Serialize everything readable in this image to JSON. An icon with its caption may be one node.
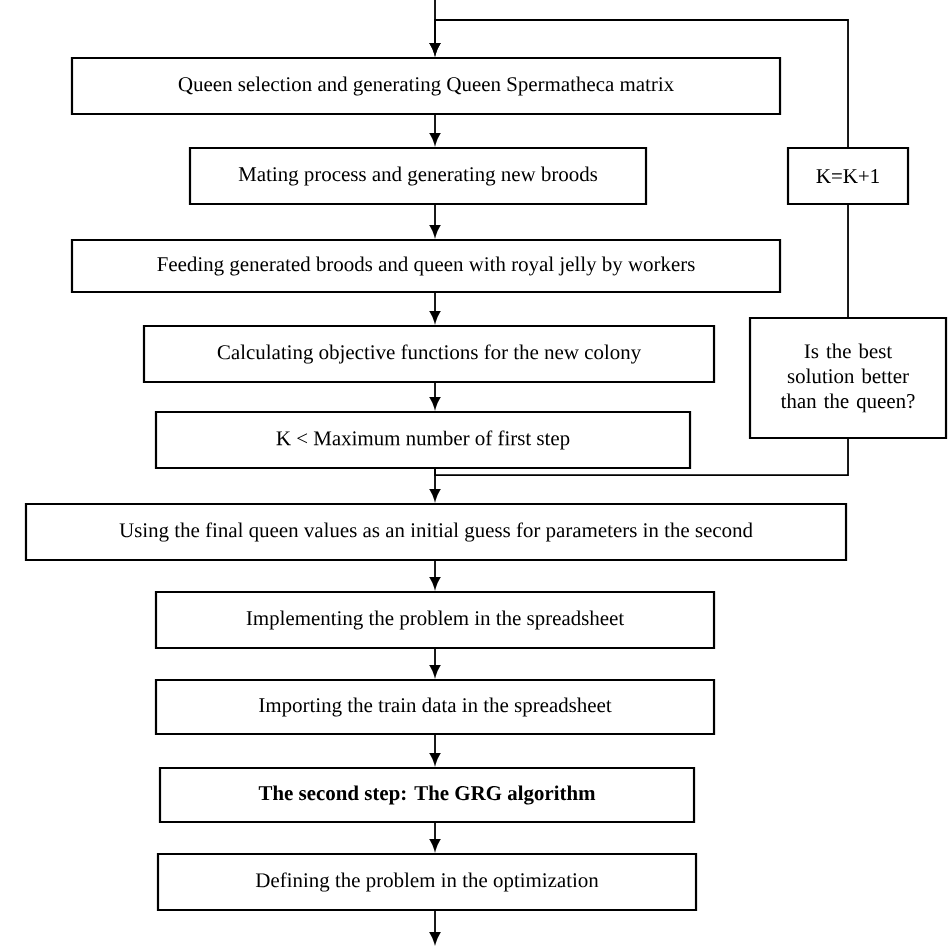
{
  "diagram": {
    "nodes": [
      {
        "text": [
          "Queen selection and generating Queen Spermatheca matrix"
        ]
      },
      {
        "text": [
          "Mating process and generating new broods"
        ]
      },
      {
        "text": [
          "Feeding generated broods and queen with royal jelly by workers"
        ]
      },
      {
        "text": [
          "Calculating objective functions for the new colony"
        ]
      },
      {
        "text": [
          "K < Maximum number of first step"
        ]
      },
      {
        "text": [
          "Using the final queen values as an initial guess for parameters in the second"
        ]
      },
      {
        "text": [
          "Implementing the problem in the spreadsheet"
        ]
      },
      {
        "text": [
          "Importing the train data in the spreadsheet"
        ]
      },
      {
        "text": [
          "The second step: The GRG algorithm"
        ]
      },
      {
        "text": [
          "Defining the problem in the optimization"
        ]
      },
      {
        "text": [
          "K=K+1"
        ]
      },
      {
        "text": [
          "Is the best solution better than the queen?"
        ]
      }
    ],
    "edges": [
      {
        "from": null,
        "to": 0,
        "arrow": "to"
      },
      {
        "from": 0,
        "to": 1,
        "arrow": "to"
      },
      {
        "from": 1,
        "to": 2,
        "arrow": "to"
      },
      {
        "from": 2,
        "to": 3,
        "arrow": "to"
      },
      {
        "from": 3,
        "to": 4,
        "arrow": "to"
      },
      {
        "from": 4,
        "to": 5,
        "arrow": "to"
      },
      {
        "from": 5,
        "to": 6,
        "arrow": "to"
      },
      {
        "from": 6,
        "to": 7,
        "arrow": "to"
      },
      {
        "from": 7,
        "to": 8,
        "arrow": "to"
      },
      {
        "from": 8,
        "to": 9,
        "arrow": "to"
      },
      {
        "from": 9,
        "to": null,
        "arrow": "to"
      },
      {
        "from": 4,
        "to": 11,
        "arrow": "none"
      },
      {
        "from": 11,
        "to": 10,
        "arrow": "none"
      },
      {
        "from": 10,
        "to": 0,
        "arrow": "to"
      }
    ]
  }
}
